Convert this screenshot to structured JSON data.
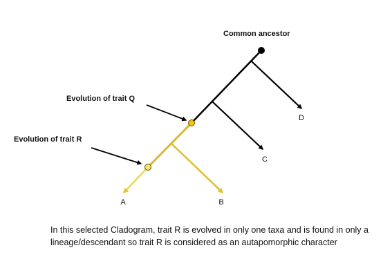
{
  "labels": {
    "root": "Common ancestor",
    "trait_q": "Evolution of trait Q",
    "trait_r": "Evolution of trait R"
  },
  "taxa": {
    "a": "A",
    "b": "B",
    "c": "C",
    "d": "D"
  },
  "caption": "In this selected Cladogram, trait R is evolved in only one taxa and is found in only a lineage/descendant so trait R is considered as an autapomorphic character",
  "colors": {
    "black_branch": "#000000",
    "gold_branch": "#d9b92a",
    "node_fill": "#f2c413",
    "node_stroke": "#6b5200"
  }
}
